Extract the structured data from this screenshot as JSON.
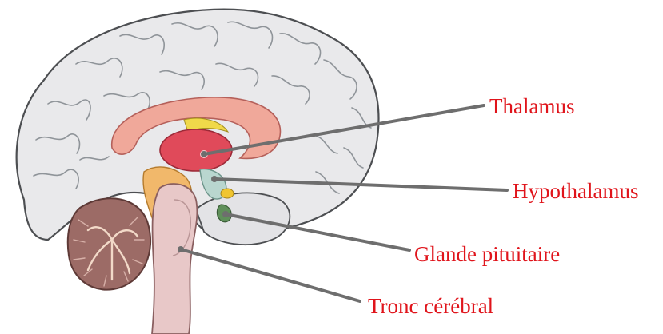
{
  "colors": {
    "label_text": "#e0141b",
    "leader_line": "#6e6e6e",
    "cortex_fill": "#e9e9eb",
    "cortex_outline": "#4d4f52",
    "corpus_callosum": "#f0a89a",
    "thalamus": "#e04a5a",
    "hypothalamus": "#b9d6cf",
    "pituitary": "#5f8f5a",
    "brainstem": "#e8c8c8",
    "cerebellum": "#9c6b66",
    "mammillary": "#f0c530"
  },
  "labels": {
    "thalamus": "Thalamus",
    "hypothalamus": "Hypothalamus",
    "pituitary": "Glande pituitaire",
    "brainstem": "Tronc cérébral"
  }
}
